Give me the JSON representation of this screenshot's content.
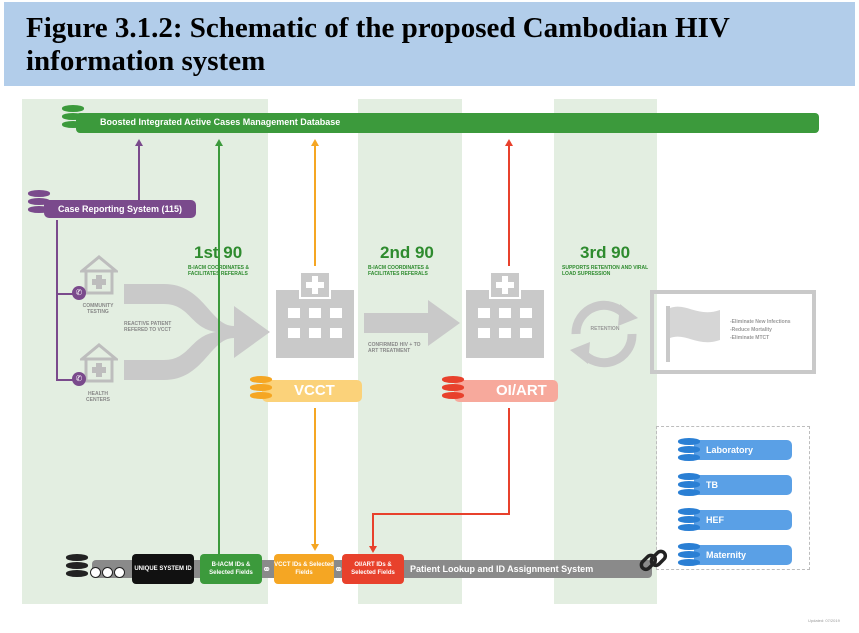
{
  "figure": {
    "title": "Figure 3.1.2:  Schematic of the proposed Cambodian HIV information system",
    "updated_note": "Updated: 07/2019"
  },
  "databases": {
    "main": "Boosted Integrated Active Cases Management Database",
    "case_reporting": "Case Reporting System (115)"
  },
  "entry_points": {
    "community": "COMMUNITY TESTING",
    "health": "HEALTH CENTERS",
    "reactive": "REACTIVE PATIENT REFERED TO VCCT"
  },
  "stages": {
    "first": {
      "heading": "1st 90",
      "note": "B-IACM COORDINATES & FACILITATES REFERALS"
    },
    "second": {
      "heading": "2nd 90",
      "note": "B-IACM COORDINATES & FACILITATES REFERALS",
      "transfer": "CONFIRMED HIV + TO ART TREATMENT"
    },
    "third": {
      "heading": "3rd 90",
      "note": "SUPPORTS RETENTION AND VIRAL LOAD SUPRESSION",
      "retention": "RETENTION"
    }
  },
  "facilities": {
    "vcct": "VCCT",
    "oiart": "OI/ART"
  },
  "goals": [
    "-Eliminate New Infections",
    "-Reduce Mortality",
    "-Eliminate MTCT"
  ],
  "services": [
    "Laboratory",
    "TB",
    "HEF",
    "Maternity"
  ],
  "id_row": {
    "unique": "UNIQUE SYSTEM ID",
    "biacm": "B-IACM IDs & Selected Fields",
    "vcct": "VCCT IDs & Selected Fields",
    "oiart": "OI/ART IDs & Selected Fields",
    "lookup": "Patient Lookup and ID Assignment System"
  },
  "colors": {
    "green": "#3c9a3c",
    "purple": "#7a4a8c",
    "orange": "#f5a623",
    "red": "#e8412c",
    "blue": "#5aa0e6",
    "title_band": "#b2cdea",
    "band": "#e3eee1"
  },
  "icons": [
    "database-icon",
    "clinic-icon",
    "phone-icon",
    "hospital-icon",
    "arrow-icon",
    "cycle-icon",
    "flag-icon",
    "chain-link-icon"
  ]
}
